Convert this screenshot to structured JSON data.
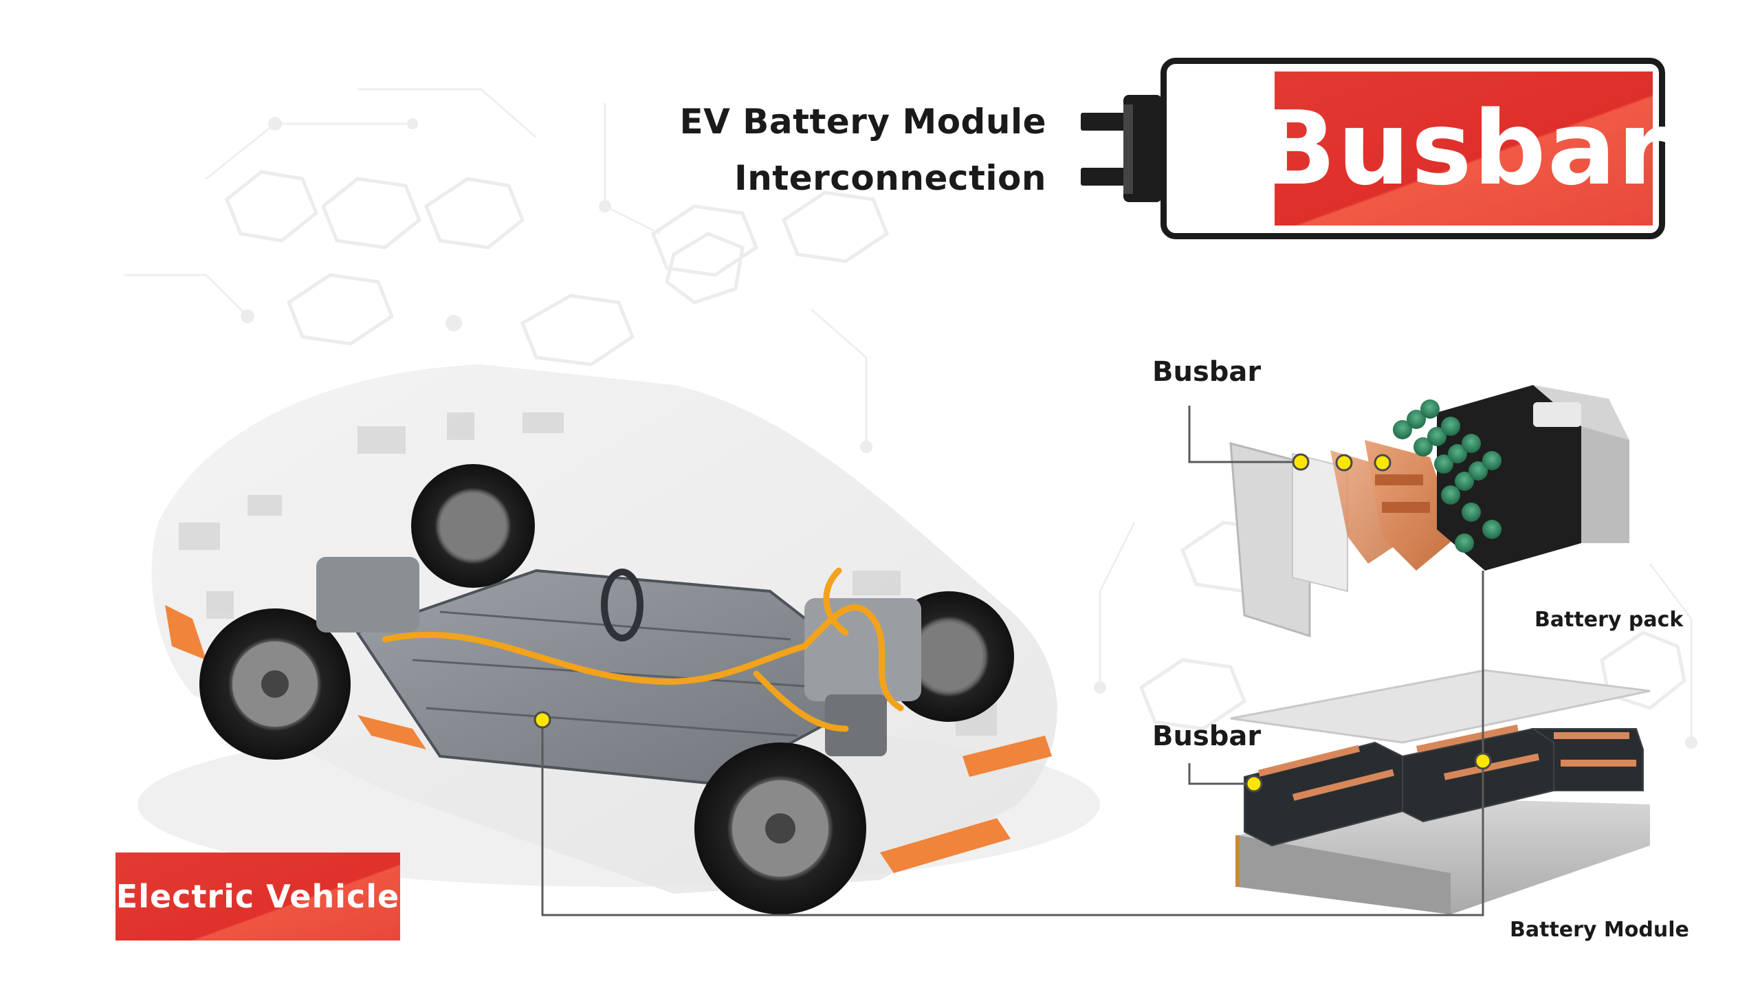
{
  "header": {
    "line1": "EV Battery Module",
    "line2": "Interconnection",
    "badge": "Busbar"
  },
  "callouts": {
    "busbar_top": "Busbar",
    "battery_pack": "Battery pack",
    "busbar_bottom": "Busbar",
    "battery_module": "Battery Module"
  },
  "tag": {
    "label": "Electric Vehicle"
  },
  "colors": {
    "accent_red": "#e23a33",
    "copper": "#d8875a",
    "marker_yellow": "#ffe600",
    "cable_orange": "#f2a31b"
  }
}
